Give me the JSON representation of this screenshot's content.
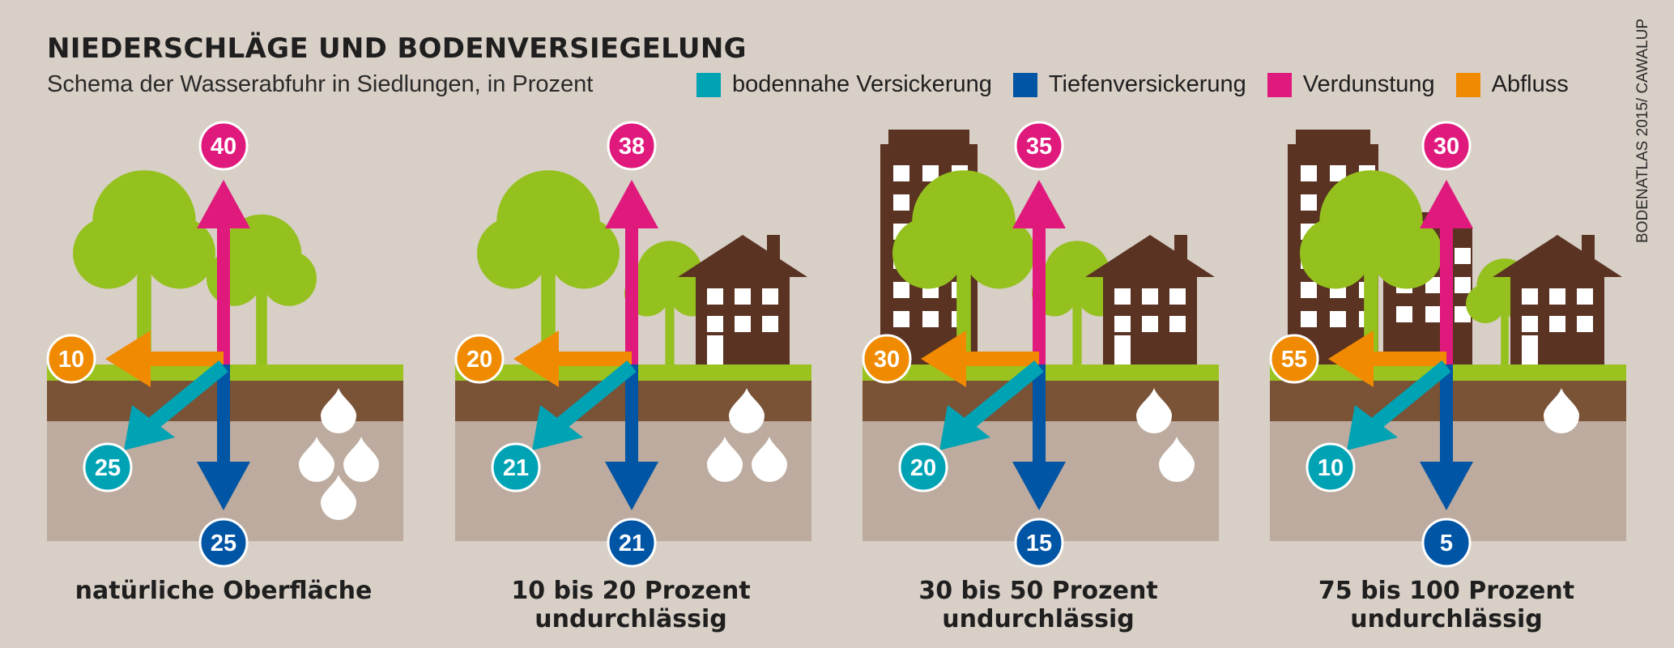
{
  "title": "NIEDERSCHLÄGE UND BODENVERSIEGELUNG",
  "subtitle": "Schema der Wasserabfuhr in Siedlungen, in Prozent",
  "source": "BODENATLAS 2015/ CAWALUP",
  "legend": [
    {
      "label": "bodennahe Versickerung",
      "color": "#00a3b4"
    },
    {
      "label": "Tiefenversickerung",
      "color": "#0055a5"
    },
    {
      "label": "Verdunstung",
      "color": "#e0197d"
    },
    {
      "label": "Abfluss",
      "color": "#f08a00"
    }
  ],
  "panels": [
    {
      "label": "natürliche Oberfläche",
      "verdunstung": "40",
      "abfluss": "10",
      "bodennahe": "25",
      "tiefen": "25"
    },
    {
      "label": "10 bis 20 Prozent undurchlässig",
      "verdunstung": "38",
      "abfluss": "20",
      "bodennahe": "21",
      "tiefen": "21"
    },
    {
      "label": "30 bis 50 Prozent undurchlässig",
      "verdunstung": "35",
      "abfluss": "30",
      "bodennahe": "20",
      "tiefen": "15"
    },
    {
      "label": "75 bis 100 Prozent undurchlässig",
      "verdunstung": "30",
      "abfluss": "55",
      "bodennahe": "10",
      "tiefen": "5"
    }
  ]
}
